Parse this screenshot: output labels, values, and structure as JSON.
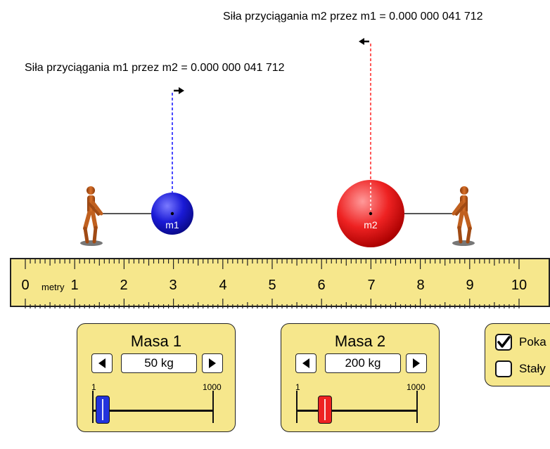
{
  "forces": {
    "m1_label": "Siła przyciągania m1 przez m2 = 0.000 000 041 712",
    "m2_label": "Siła przyciągania m2 przez m1 = 0.000 000 041 712"
  },
  "masses": {
    "m1": {
      "label": "m1",
      "color": "#1a1ad6",
      "position_m": 3.0
    },
    "m2": {
      "label": "m2",
      "color": "#ee2222",
      "position_m": 7.0
    }
  },
  "ruler": {
    "unit": "metry",
    "numbers": [
      "0",
      "1",
      "2",
      "3",
      "4",
      "5",
      "6",
      "7",
      "8",
      "9",
      "10"
    ]
  },
  "mass1_panel": {
    "title": "Masa 1",
    "value": "50 kg",
    "min_label": "1",
    "max_label": "1000",
    "slider_value": 50,
    "thumb_color": "#2233dd"
  },
  "mass2_panel": {
    "title": "Masa 2",
    "value": "200 kg",
    "min_label": "1",
    "max_label": "1000",
    "slider_value": 200,
    "thumb_color": "#ee2222"
  },
  "options": {
    "show_values": {
      "label": "Poka",
      "checked": true
    },
    "constant_size": {
      "label": "Stały",
      "checked": false
    }
  }
}
